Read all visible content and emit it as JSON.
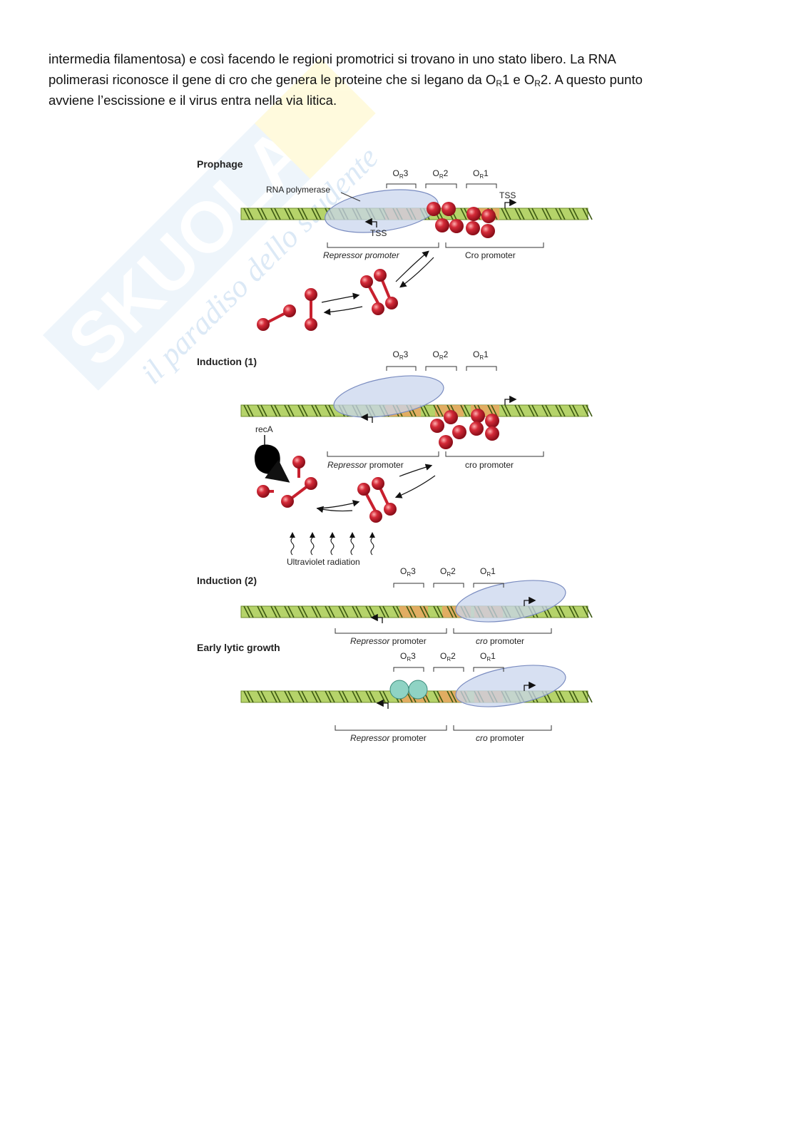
{
  "watermark": {
    "brand": "SKUOLA.net",
    "tagline": "il paradiso dello studente"
  },
  "paragraph": {
    "line1": "intermedia filamentosa) e così facendo le regioni promotrici si trovano in uno stato libero. La RNA",
    "line2_a": "polimerasi riconosce il gene di cro che genera le proteine che si legano da O",
    "line2_sub1": "R",
    "line2_b": "1 e O",
    "line2_sub2": "R",
    "line2_c": "2. A questo punto",
    "line3": "avviene l’escissione e il virus entra nella via litica."
  },
  "figure": {
    "operator_base": "O",
    "operator_sub": "R",
    "operators": [
      "3",
      "2",
      "1"
    ],
    "stages": [
      {
        "title": "Prophage",
        "rna_polymerase": "RNA polymerase",
        "tss_right": "TSS",
        "tss_left": "TSS",
        "repressor_promoter": "Repressor promoter",
        "cro_promoter": "Cro promoter"
      },
      {
        "title": "Induction (1)",
        "reca": "recA",
        "repressor_promoter_a": "Repressor",
        "repressor_promoter_b": " promoter",
        "cro_promoter": "cro promoter",
        "uv": "Ultraviolet radiation"
      },
      {
        "title": "Induction (2)",
        "repressor_promoter_a": "Repressor",
        "repressor_promoter_b": " promoter",
        "cro_promoter_a": "cro",
        "cro_promoter_b": " promoter"
      },
      {
        "title": "Early lytic growth",
        "repressor_promoter_a": "Repressor",
        "repressor_promoter_b": " promoter",
        "cro_promoter_a": "cro",
        "cro_promoter_b": " promoter"
      }
    ],
    "colors": {
      "dna": "#b5d36a",
      "dna_stripe": "#3d5a12",
      "operator": "#f0a060",
      "polymerase": "#c9d6ee",
      "repressor": "#c8202e",
      "cro": "#8fd3c4",
      "reca": "#000000"
    }
  }
}
